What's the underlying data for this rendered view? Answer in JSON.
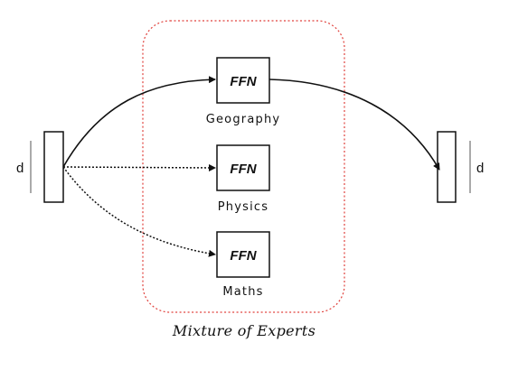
{
  "diagram": {
    "group_label": "Mixture of Experts",
    "input_dim_label": "d",
    "output_dim_label": "d",
    "experts": [
      {
        "block_label": "FFN",
        "name": "Geography",
        "route": "solid"
      },
      {
        "block_label": "FFN",
        "name": "Physics",
        "route": "dotted"
      },
      {
        "block_label": "FFN",
        "name": "Maths",
        "route": "dotted"
      }
    ],
    "colors": {
      "group_border": "#e0413c",
      "lines": "#111111"
    }
  }
}
